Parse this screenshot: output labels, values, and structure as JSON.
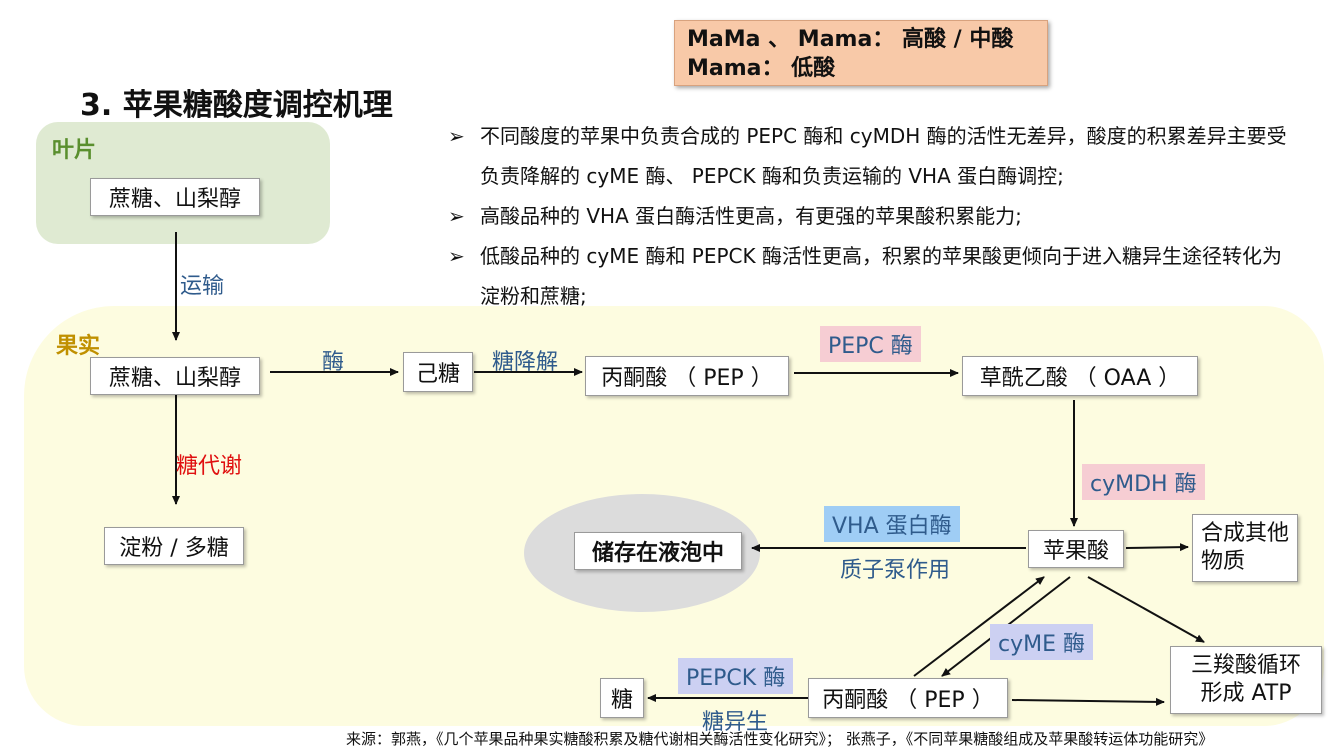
{
  "title": "3. 苹果糖酸度调控机理",
  "callout": {
    "line1": "MaMa 、 Mama： 高酸 / 中酸",
    "line2": "Mama： 低酸"
  },
  "bullets": [
    {
      "mark": "➢",
      "text": "不同酸度的苹果中负责合成的 PEPC 酶和 cyMDH 酶的活性无差异，酸度的积累差异主要受负责降解的 cyME 酶、 PEPCK 酶和负责运输的 VHA 蛋白酶调控;"
    },
    {
      "mark": "➢",
      "text": "高酸品种的 VHA 蛋白酶活性更高，有更强的苹果酸积累能力;"
    },
    {
      "mark": "➢",
      "text": "低酸品种的 cyME 酶和 PEPCK 酶活性更高，积累的苹果酸更倾向于进入糖异生途径转化为淀粉和蔗糖;"
    }
  ],
  "regions": {
    "leaf": "叶片",
    "fruit": "果实"
  },
  "nodes": {
    "leaf_sucrose": "蔗糖、山梨醇",
    "fruit_sucrose": "蔗糖、山梨醇",
    "starch": "淀粉 / 多糖",
    "hexose": "己糖",
    "pep_top": "丙酮酸 （ PEP ）",
    "oaa": "草酰乙酸 （ OAA ）",
    "malate": "苹果酸",
    "other": "合成其他物质",
    "vacuole": "储存在液泡中",
    "tca": "三羧酸循环形成 ATP",
    "pep_bottom": "丙酮酸 （ PEP ）",
    "sugar": "糖"
  },
  "edge_labels": {
    "transport": "运输",
    "sugar_metabolism": "糖代谢",
    "enzyme": "酶",
    "glycolysis": "糖降解",
    "pepc": "PEPC 酶",
    "cymdh": "cyMDH 酶",
    "vha": "VHA 蛋白酶",
    "proton_pump": "质子泵作用",
    "cyme": "cyME 酶",
    "pepck": "PEPCK 酶",
    "gluconeogenesis": "糖异生"
  },
  "colors": {
    "leaf_region": "#dfead2",
    "fruit_region": "#fdfce0",
    "callout": "#f8c9a8",
    "pink_tag": "#f6cdd3",
    "blue_tag": "#9fcdf5",
    "lavender_tag": "#ccd0f2",
    "leaf_label": "#5a8f2e",
    "fruit_label": "#c09000",
    "red_text": "#e01010",
    "blue_text": "#2f5b8c"
  },
  "source": "来源：郭燕，《几个苹果品种果实糖酸积累及糖代谢相关酶活性变化研究》； 张燕子，《不同苹果糖酸组成及苹果酸转运体功能研究》"
}
